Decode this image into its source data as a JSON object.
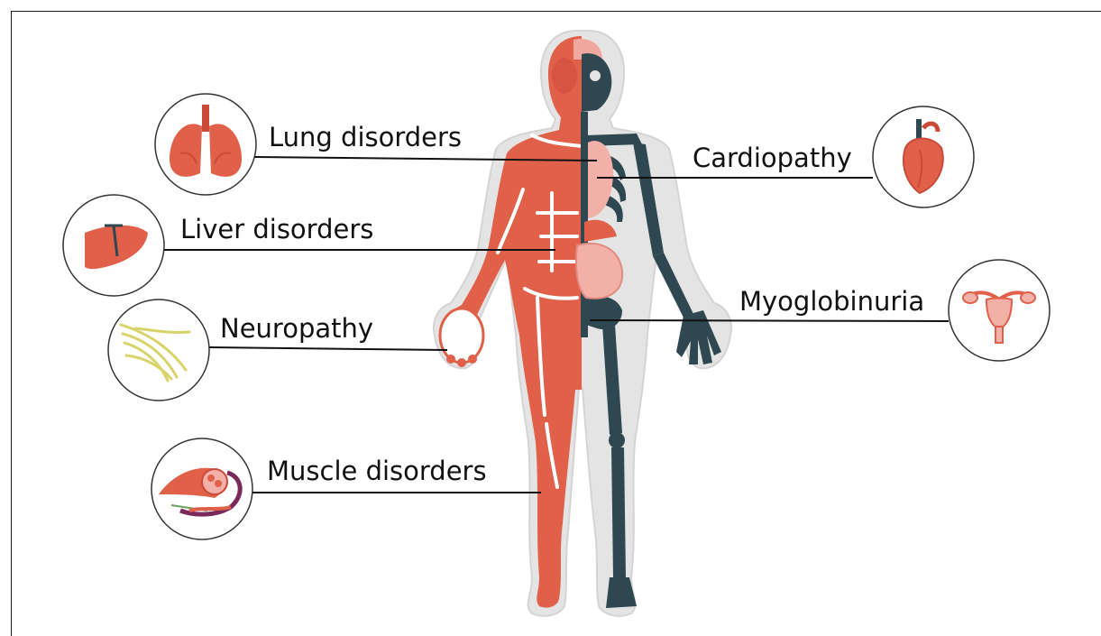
{
  "labels": {
    "lung": "Lung disorders",
    "liver": "Liver disorders",
    "neuropathy": "Neuropathy",
    "muscle": "Muscle disorders",
    "cardiopathy": "Cardiopathy",
    "myoglobinuria": "Myoglobinuria"
  },
  "colors": {
    "muscle": "#e0604a",
    "muscle_dark": "#c94a37",
    "skeleton": "#2e4750",
    "body_shadow": "#e6e6e6",
    "organ_pink": "#f2b0a8",
    "nerve": "#d8d36a",
    "leader_line": "#111111"
  },
  "icons": {
    "lung": "lungs-icon",
    "liver": "liver-icon",
    "neuropathy": "nerve-fibers-icon",
    "muscle": "muscle-fiber-icon",
    "cardiopathy": "heart-icon",
    "myoglobinuria": "uterus-icon"
  }
}
